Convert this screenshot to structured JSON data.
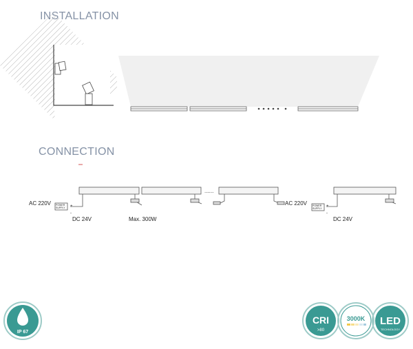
{
  "installation": {
    "title": "INSTALLATION",
    "dots": "•••••  •"
  },
  "connection": {
    "title": "CONNECTION",
    "ac_label": "AC 220V",
    "dc_label": "DC 24V",
    "max_label": "Max. 300W",
    "ellipsis": "......",
    "psu_line1": "POWER",
    "psu_line2": "SUPPLY",
    "plus": "+",
    "minus": "-"
  },
  "badges": {
    "ip": {
      "text": "IP 67",
      "icon": "water-drop-icon",
      "color": "#3a9a93"
    },
    "cri": {
      "text": "CRI",
      "sub": ">80",
      "color": "#3a9a93"
    },
    "cct": {
      "text": "3000K",
      "color": "#3a9a93"
    },
    "led": {
      "text": "LED",
      "sub": "TECHNOLOGY",
      "color": "#3a9a93"
    }
  }
}
